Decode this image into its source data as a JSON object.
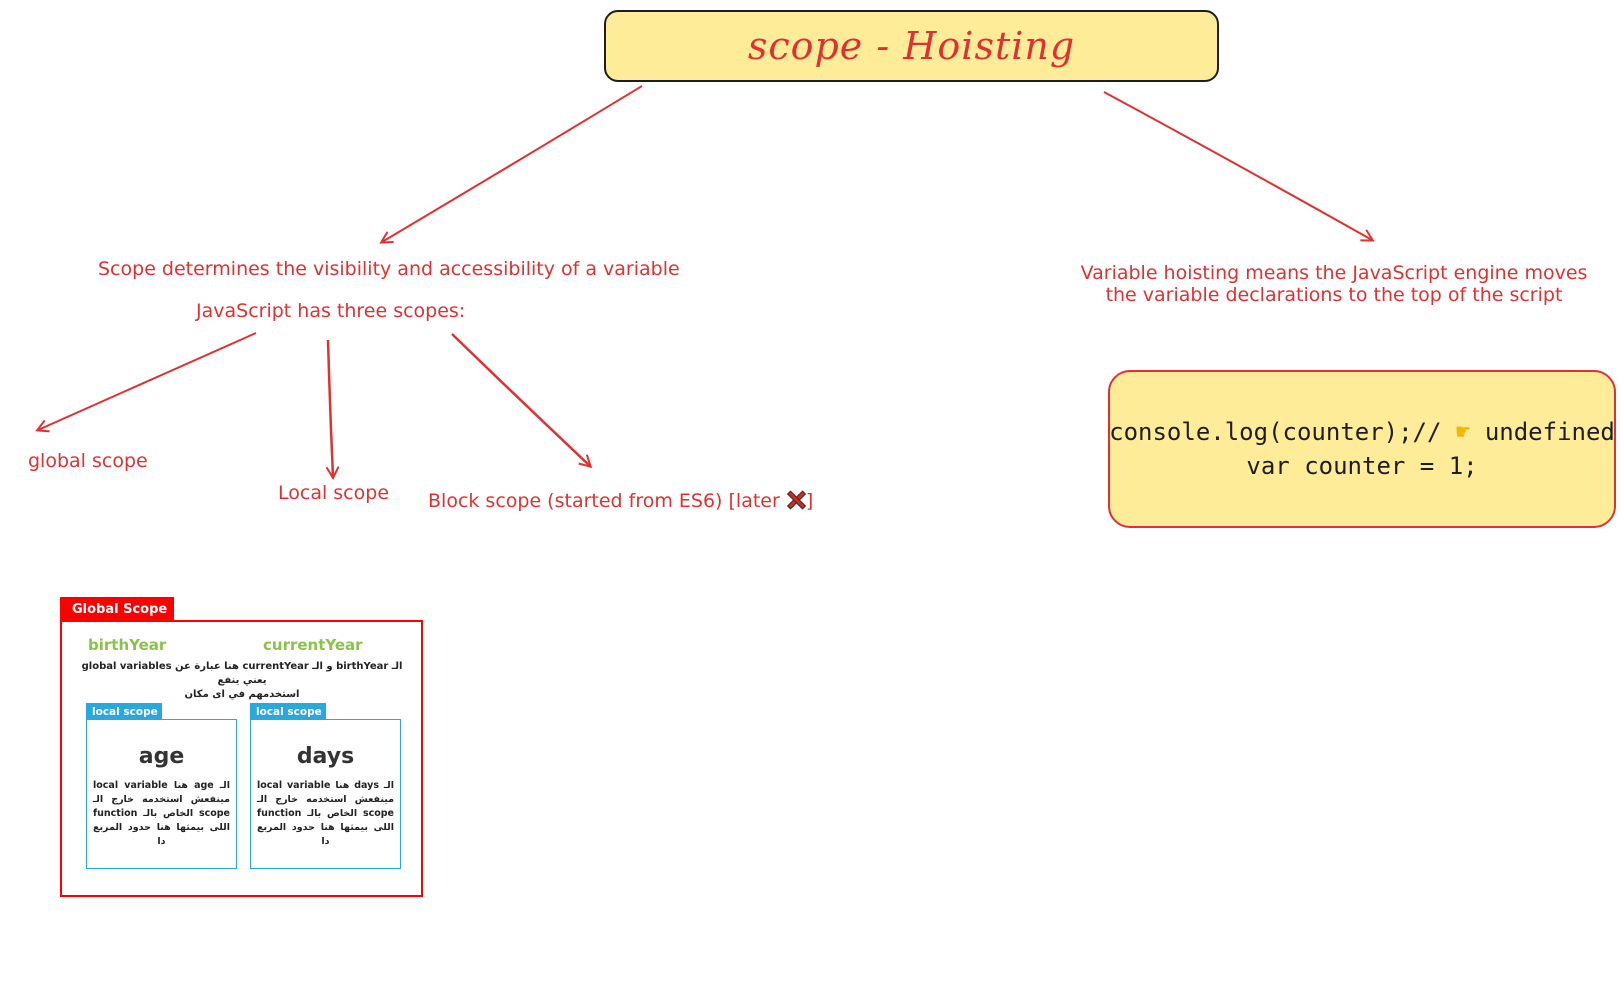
{
  "title": "scope - Hoisting",
  "scope": {
    "definition": "Scope determines the visibility and accessibility of a variable",
    "three_scopes": "JavaScript has three scopes:",
    "global": "global scope",
    "local": "Local scope",
    "block": "Block scope (started from ES6) [later",
    "block_close": "]",
    "block_icon": "cross-mark-icon"
  },
  "hoisting": {
    "line1": "Variable hoisting means the JavaScript engine moves",
    "line2": "the variable declarations to the top of the script",
    "code_line1_a": "console.log(counter);//",
    "code_line1_b": "undefined",
    "code_line2": "var counter = 1;",
    "pointer_icon": "pointing-hand-icon"
  },
  "illustration": {
    "global_tab": "Global Scope",
    "var1": "birthYear",
    "var2": "currentYear",
    "global_desc_line1": "الـ birthYear و الـ currentYear هنا عبارة عن global variables يعني ينفع",
    "global_desc_line2": "استخدمهم في اى مكان",
    "local1": {
      "tab": "local scope",
      "var": "age",
      "desc": "الـ age هنا local variable مينفعش استخدمه خارج الـ scope الخاص بالـ function اللى بيمثها هنا حدود المربع دا"
    },
    "local2": {
      "tab": "local scope",
      "var": "days",
      "desc": "الـ days هنا local variable مينفعش استخدمه خارج الـ scope الخاص بالـ function اللى بيمثها هنا حدود المربع دا"
    }
  },
  "colors": {
    "accent_red": "#e03131",
    "yellow_fill": "#ffec99",
    "green_var": "#8bc34a",
    "blue_local": "#29a8e0"
  }
}
